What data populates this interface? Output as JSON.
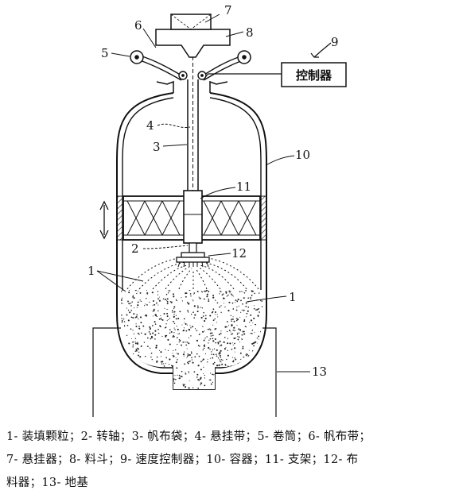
{
  "labels": {
    "l1a": "1",
    "l1b": "1",
    "l2": "2",
    "l3": "3",
    "l4": "4",
    "l5": "5",
    "l6": "6",
    "l7": "7",
    "l8": "8",
    "l9": "9",
    "l10": "10",
    "l11": "11",
    "l12": "12",
    "l13": "13"
  },
  "controller": {
    "label": "控制器"
  },
  "caption": {
    "line1": "1- 装填颗粒；2- 转轴；3- 帆布袋；4- 悬挂带；5- 卷筒；6- 帆布带；",
    "line2": "7- 悬挂器；8- 料斗；9- 速度控制器；10- 容器；11- 支架；12- 布",
    "line3": "料器；13- 地基"
  }
}
